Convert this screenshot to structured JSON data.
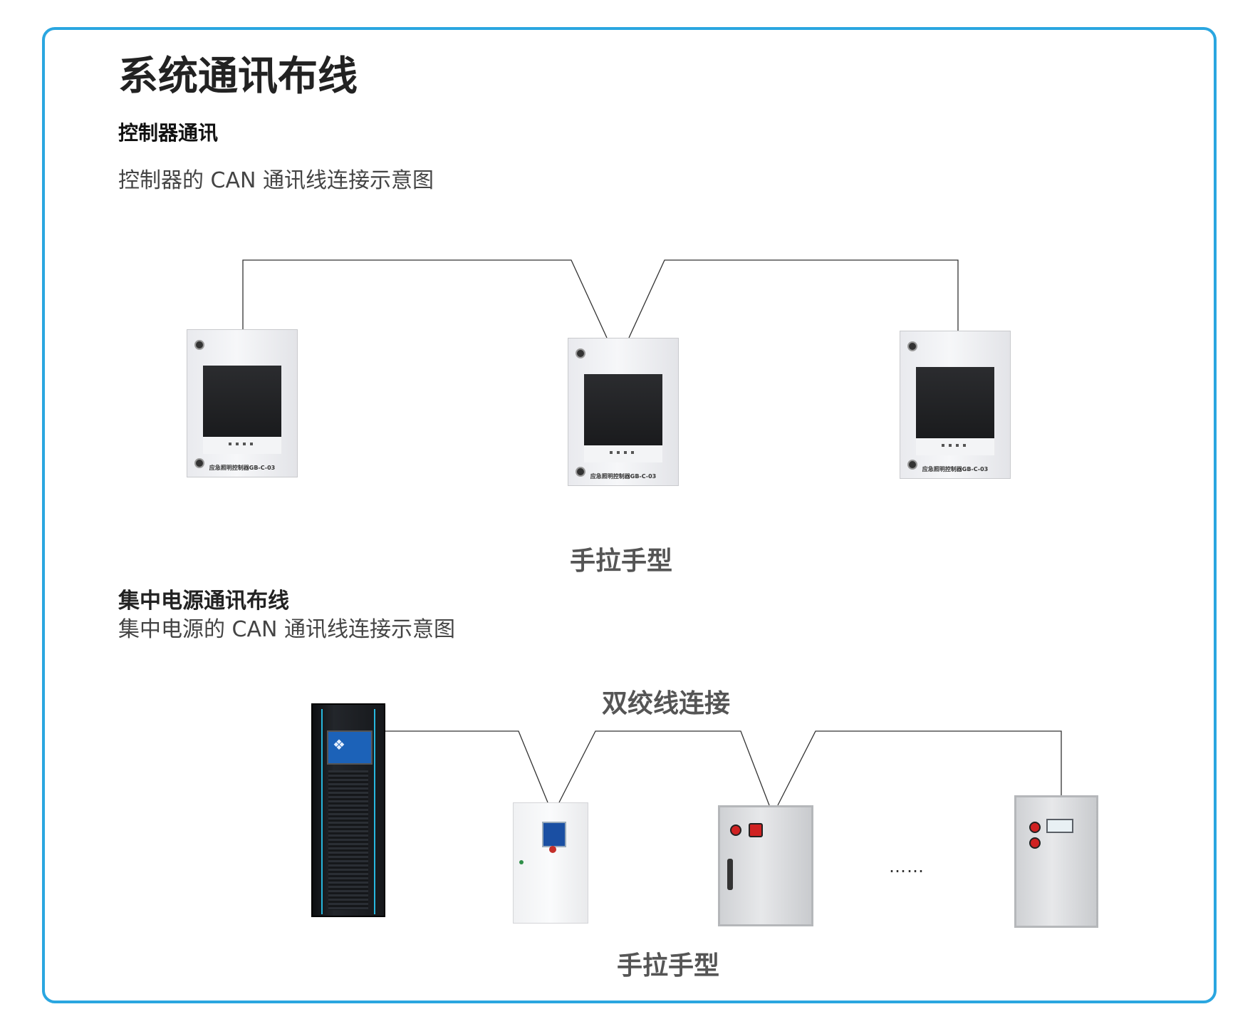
{
  "title": "系统通讯布线",
  "section1": {
    "heading": "控制器通讯",
    "description": "控制器的 CAN 通讯线连接示意图",
    "caption": "手拉手型",
    "device_label": "应急照明控制器GB-C-03"
  },
  "section2": {
    "heading": "集中电源通讯布线",
    "description": "集中电源的 CAN 通讯线连接示意图",
    "wire_label": "双绞线连接",
    "ellipsis": "……",
    "caption": "手拉手型"
  },
  "colors": {
    "frame_border": "#2aa6e0",
    "wire": "#333333"
  }
}
